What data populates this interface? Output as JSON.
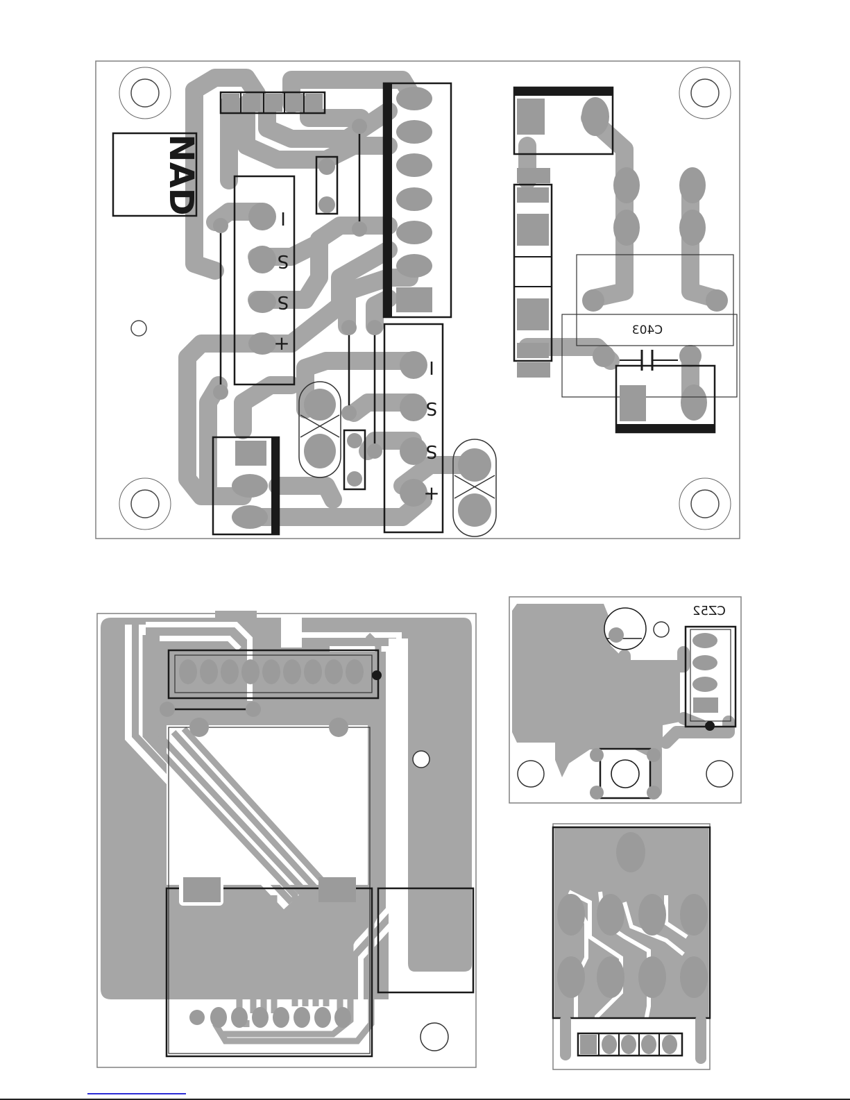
{
  "boards": {
    "main": {
      "logo_text": "NAD",
      "connector_left_pins": [
        "I",
        "S",
        "S",
        "+"
      ],
      "connector_right_pins": [
        "I",
        "S",
        "S",
        "+"
      ],
      "capacitor_label": "C403"
    },
    "display": {},
    "small": {
      "label": "CZ52"
    },
    "jack": {}
  },
  "colors": {
    "copper": "#a6a6a6",
    "pad": "#9b9b9b",
    "silkscreen": "#1a1a1a",
    "board": "#ffffff"
  },
  "footer": {
    "link_text": ""
  }
}
